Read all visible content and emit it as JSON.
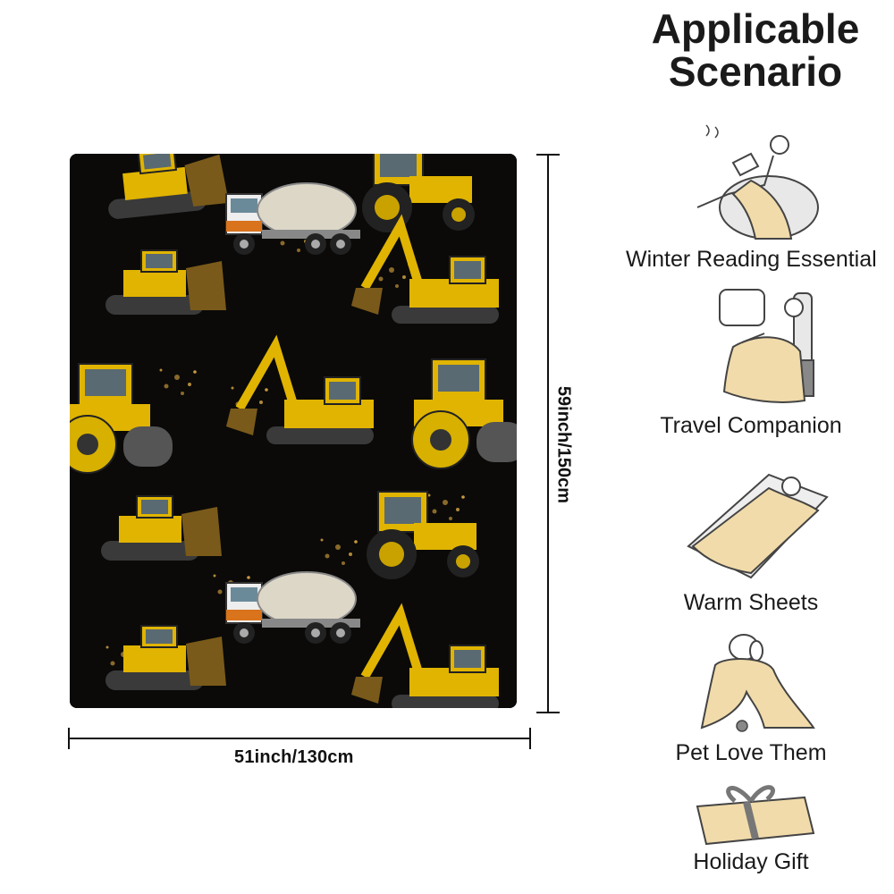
{
  "heading": {
    "line1": "Applicable",
    "line2": "Scenario"
  },
  "dimensions": {
    "width_label": "51inch/130cm",
    "height_label": "59inch/150cm"
  },
  "scenarios": [
    {
      "label": "Winter Reading Essential",
      "icon": "person-reading-in-chair-icon"
    },
    {
      "label": "Travel Companion",
      "icon": "person-sleeping-in-seat-icon"
    },
    {
      "label": "Warm Sheets",
      "icon": "person-in-bed-icon"
    },
    {
      "label": "Pet Love Them",
      "icon": "dog-with-blanket-icon"
    },
    {
      "label": "Holiday Gift",
      "icon": "gift-box-icon"
    }
  ],
  "colors": {
    "blanket_bg": "#0b0a08",
    "vehicle_yellow": "#e0b400",
    "blanket_fabric": "#f1dbaa",
    "outline": "#444444"
  }
}
